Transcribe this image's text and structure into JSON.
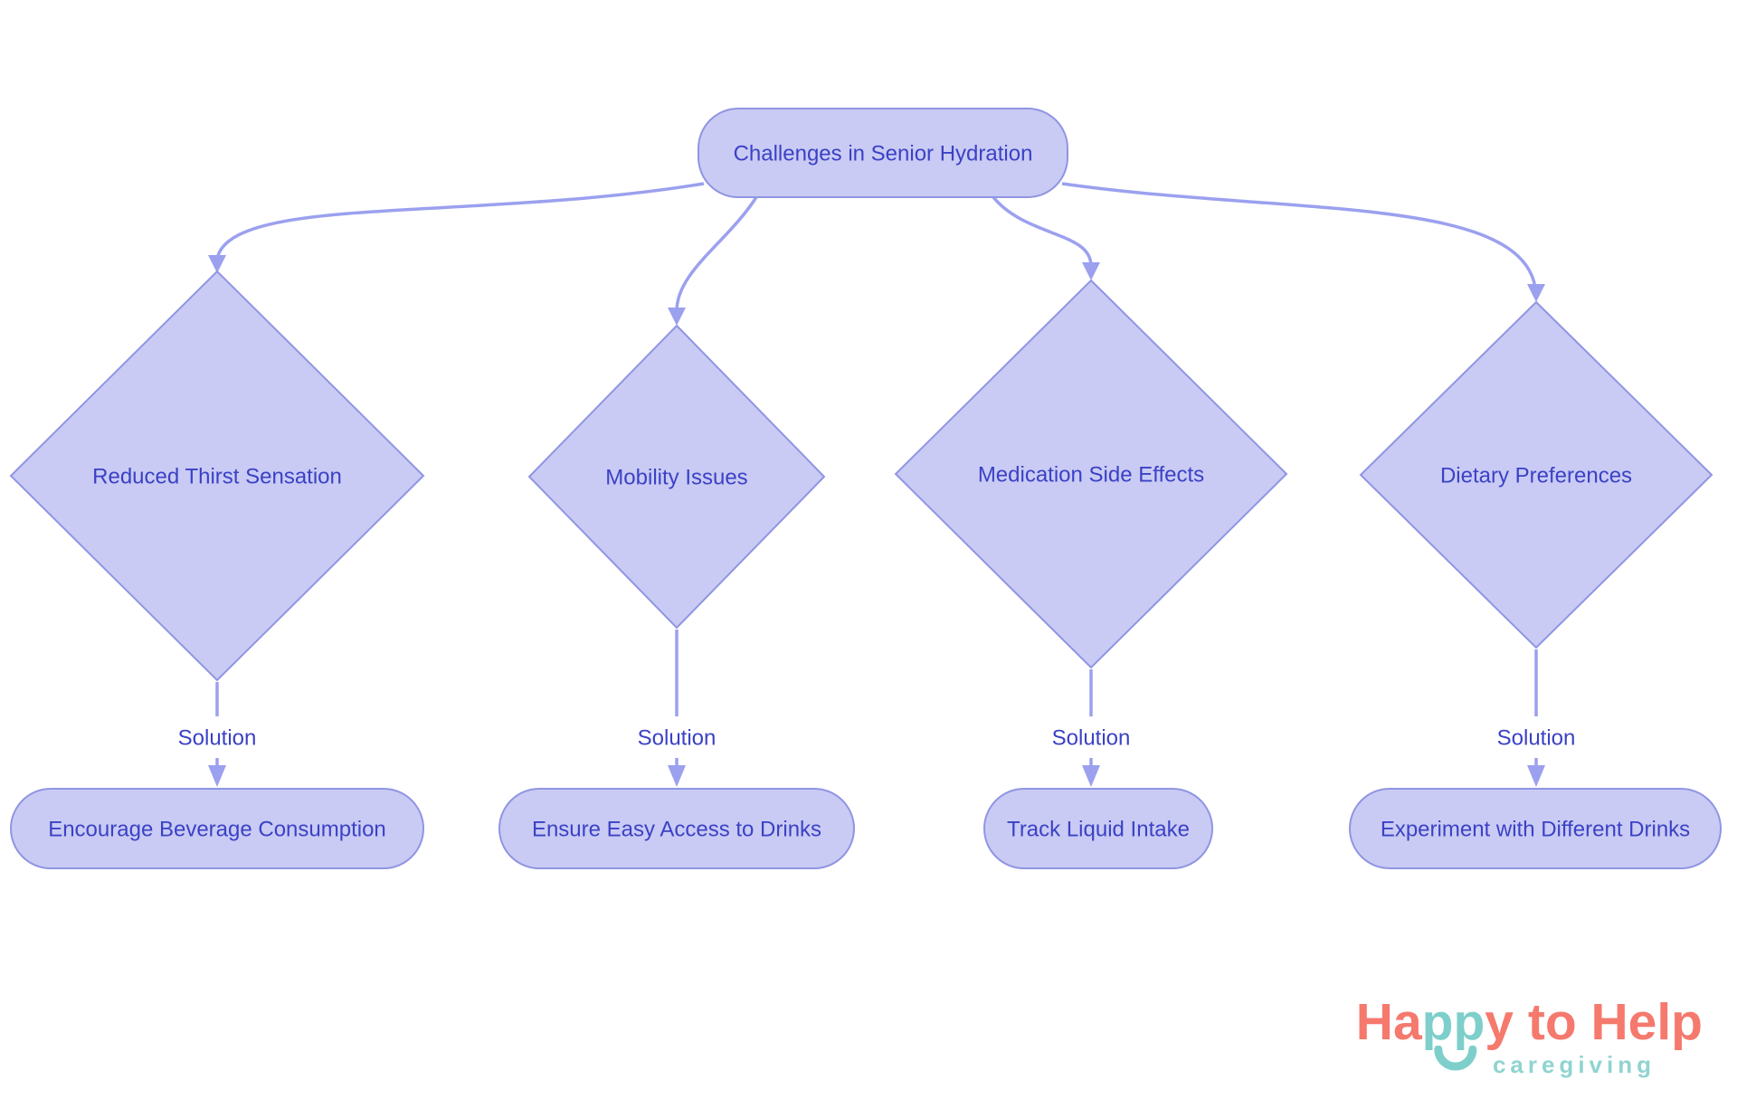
{
  "title": "Challenges in Senior Hydration flowchart",
  "colors": {
    "shape_fill": "#c9cbf4",
    "shape_stroke": "#9095e2",
    "edge": "#9ba0ef",
    "text": "#3b41c5",
    "label_bg": "#ffffff"
  },
  "root": {
    "label": "Challenges in Senior Hydration"
  },
  "challenges": [
    {
      "label": "Reduced Thirst Sensation",
      "edge_label": "Solution",
      "solution": "Encourage Beverage Consumption"
    },
    {
      "label": "Mobility Issues",
      "edge_label": "Solution",
      "solution": "Ensure Easy Access to Drinks"
    },
    {
      "label": "Medication Side Effects",
      "edge_label": "Solution",
      "solution": "Track Liquid Intake"
    },
    {
      "label": "Dietary Preferences",
      "edge_label": "Solution",
      "solution": "Experiment with Different Drinks"
    }
  ],
  "brand": {
    "parts": [
      {
        "text": "Ha",
        "color": "#f5796d"
      },
      {
        "text": "pp",
        "color": "#7ecfcb"
      },
      {
        "text": "y",
        "color": "#f5796d"
      },
      {
        "text": " to Help",
        "color": "#f5796d"
      }
    ],
    "tagline": "caregiving",
    "tagline_color": "#8fd4d0",
    "smile_color": "#7ecfcb"
  }
}
